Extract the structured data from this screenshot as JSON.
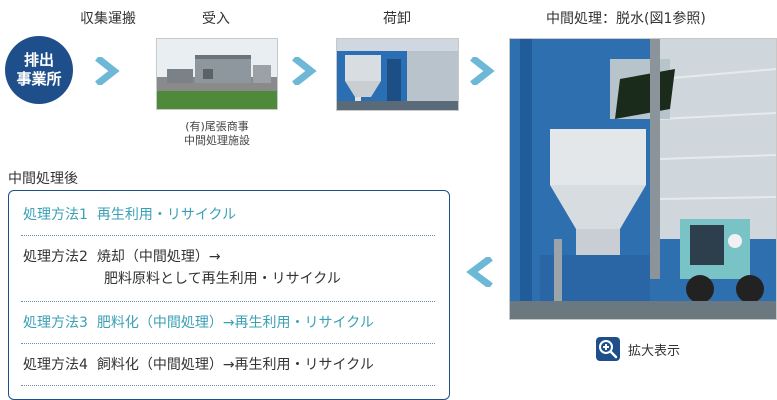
{
  "flow": {
    "source_line1": "排出",
    "source_line2": "事業所",
    "step_collect": "収集運搬",
    "step_receive": "受入",
    "step_unload": "荷卸",
    "step_process": "中間処理：脱水(図1参照)",
    "facility_caption_line1": "(有)尾張商事",
    "facility_caption_line2": "中間処理施設"
  },
  "after": {
    "title": "中間処理後",
    "methods": [
      {
        "label": "処理方法1",
        "text": "再生利用・リサイクル"
      },
      {
        "label": "処理方法2",
        "text": "焼却（中間処理）→",
        "text2": "肥料原料として再生利用・リサイクル"
      },
      {
        "label": "処理方法3",
        "text": "肥料化（中間処理）→再生利用・リサイクル"
      },
      {
        "label": "処理方法4",
        "text": "飼料化（中間処理）→再生利用・リサイクル"
      }
    ]
  },
  "zoom": {
    "label": "拡大表示",
    "icon": "zoom-in-icon"
  },
  "colors": {
    "navy": "#1f4f8b",
    "teal": "#3aa0b5",
    "arrow": "#6cb8d6"
  }
}
